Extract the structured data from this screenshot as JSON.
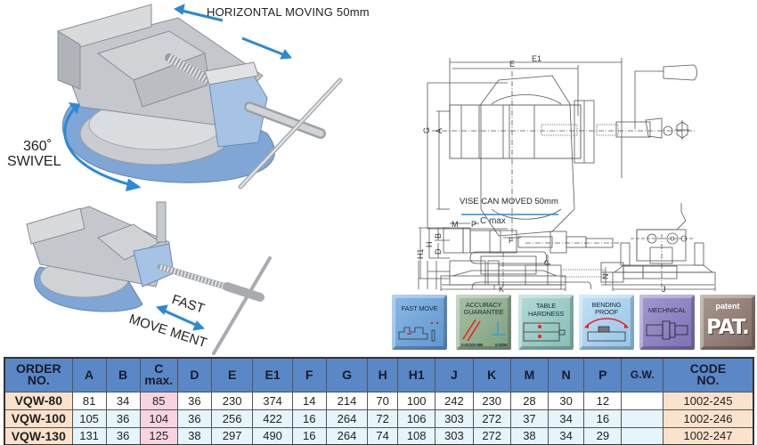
{
  "photo_labels": {
    "horizontal_moving": "HORIZONTAL MOVING 50mm",
    "swivel_degrees": "360˚",
    "swivel": "SWIVEL",
    "fast": "FAST",
    "movement": "MOVE MENT"
  },
  "drawing": {
    "top_view_labels": {
      "e1": "E1",
      "e": "E",
      "g": "G",
      "a": "A",
      "f": "F"
    },
    "vise_moved_note": "VISE CAN MOVED 50mm",
    "side_view_labels": {
      "m": "M",
      "p": "P",
      "c_max": "C max",
      "b": "B",
      "h": "H",
      "h1": "H1",
      "d": "D",
      "k": "K",
      "p2": "P"
    },
    "end_view_labels": {
      "n": "N",
      "j": "J"
    }
  },
  "features": [
    {
      "id": "fast-move",
      "label": "FAST MOVE",
      "color": "#6fa6da"
    },
    {
      "id": "accuracy",
      "label_line1": "ACCURACY",
      "label_line2": "GUARANTEE",
      "spec1": "0.01/100 MM",
      "spec2": "0.02/50",
      "color": "#8fae8e"
    },
    {
      "id": "table-hardness",
      "label_line1": "TABLE",
      "label_line2": "HARDNESS",
      "color": "#9ccac4"
    },
    {
      "id": "bending-proof",
      "label_line1": "BENDING",
      "label_line2": "PROOF",
      "color": "#acd2ee"
    },
    {
      "id": "mechnical",
      "label": "MECHNICAL",
      "color": "#8f83c2"
    },
    {
      "id": "patent",
      "label_small": "patent",
      "label_big": "PAT.",
      "color": "#948078"
    }
  ],
  "table": {
    "headers": [
      {
        "line1": "ORDER",
        "line2": "NO."
      },
      {
        "line1": "A"
      },
      {
        "line1": "B"
      },
      {
        "line1": "C",
        "line2": "max."
      },
      {
        "line1": "D"
      },
      {
        "line1": "E"
      },
      {
        "line1": "E1"
      },
      {
        "line1": "F"
      },
      {
        "line1": "G"
      },
      {
        "line1": "H"
      },
      {
        "line1": "H1"
      },
      {
        "line1": "J"
      },
      {
        "line1": "K"
      },
      {
        "line1": "M"
      },
      {
        "line1": "N"
      },
      {
        "line1": "P"
      },
      {
        "line1": "G.W."
      },
      {
        "line1": "CODE",
        "line2": "NO."
      }
    ],
    "rows": [
      [
        "VQW-80",
        "81",
        "34",
        "85",
        "36",
        "230",
        "374",
        "14",
        "214",
        "70",
        "100",
        "242",
        "230",
        "28",
        "30",
        "12",
        "",
        "1002-245"
      ],
      [
        "VQW-100",
        "105",
        "36",
        "104",
        "36",
        "256",
        "422",
        "16",
        "264",
        "72",
        "106",
        "303",
        "272",
        "37",
        "34",
        "16",
        "",
        "1002-246"
      ],
      [
        "VQW-130",
        "131",
        "36",
        "125",
        "38",
        "297",
        "490",
        "16",
        "264",
        "74",
        "108",
        "303",
        "272",
        "38",
        "34",
        "29",
        "",
        "1002-247"
      ]
    ]
  },
  "colors": {
    "header_blue": "#5a87c6",
    "order_bg": "#fbe2cc",
    "cmax_bg": "#f8d4e2",
    "row_alt_bg": "#e6f4fc",
    "arrow_blue": "#2a8ad4",
    "swivel_base_blue": "#7fa6d4"
  }
}
